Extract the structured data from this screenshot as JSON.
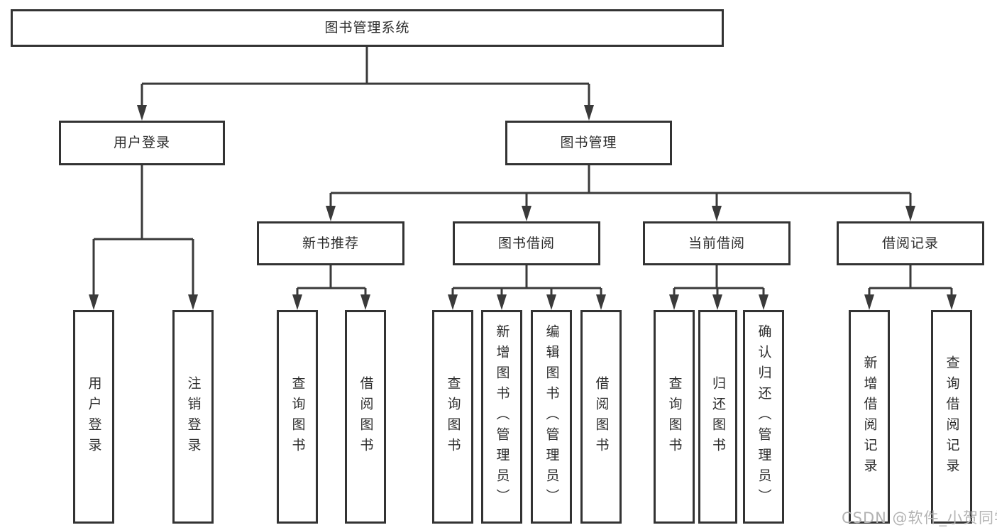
{
  "diagram": {
    "root": {
      "label": "图书管理系统"
    },
    "level2": [
      {
        "label": "用户登录"
      },
      {
        "label": "图书管理"
      }
    ],
    "level3": [
      {
        "label": "新书推荐",
        "parent": "图书管理"
      },
      {
        "label": "图书借阅",
        "parent": "图书管理"
      },
      {
        "label": "当前借阅",
        "parent": "图书管理"
      },
      {
        "label": "借阅记录",
        "parent": "图书管理"
      }
    ],
    "leaves": [
      {
        "label": "用户登录",
        "parent": "用户登录"
      },
      {
        "label": "注销登录",
        "parent": "用户登录"
      },
      {
        "label": "查询图书",
        "parent": "新书推荐"
      },
      {
        "label": "借阅图书",
        "parent": "新书推荐"
      },
      {
        "label": "查询图书",
        "parent": "图书借阅"
      },
      {
        "label": "新增图书（管理员）",
        "parent": "图书借阅"
      },
      {
        "label": "编辑图书（管理员）",
        "parent": "图书借阅"
      },
      {
        "label": "借阅图书",
        "parent": "图书借阅"
      },
      {
        "label": "查询图书",
        "parent": "当前借阅"
      },
      {
        "label": "归还图书",
        "parent": "当前借阅"
      },
      {
        "label": "确认归还（管理员）",
        "parent": "当前借阅"
      },
      {
        "label": "新增借阅记录",
        "parent": "借阅记录"
      },
      {
        "label": "查询借阅记录",
        "parent": "借阅记录"
      }
    ],
    "colors": {
      "line": "#3a3a3a",
      "border": "#333333",
      "fill": "#ffffff",
      "text": "#2d2d2d"
    }
  },
  "watermark": {
    "text": "CSDN @软件_小贺同学",
    "color": "#b3b3b3"
  }
}
